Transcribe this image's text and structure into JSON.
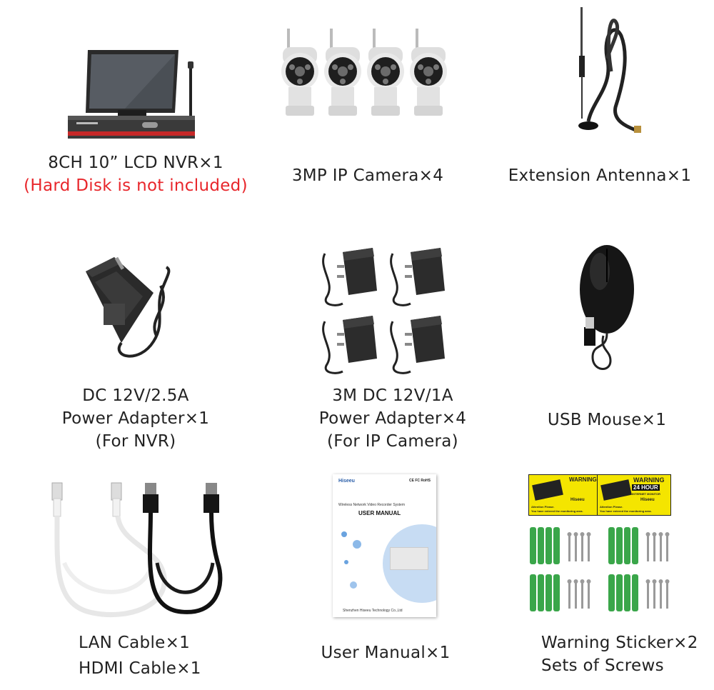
{
  "items": [
    {
      "lines": [
        "8CH 10” LCD NVR×1"
      ],
      "note": "(Hard Disk is not included)",
      "note_color": "#e8262b",
      "icon": "nvr-with-lcd-icon"
    },
    {
      "lines": [
        "3MP IP Camera×4"
      ],
      "icon": "ip-camera-icon"
    },
    {
      "lines": [
        "Extension Antenna×1"
      ],
      "icon": "antenna-icon"
    },
    {
      "lines": [
        "DC 12V/2.5A",
        "Power Adapter×1",
        "(For NVR)"
      ],
      "icon": "power-adapter-icon"
    },
    {
      "lines": [
        "3M DC 12V/1A",
        "Power Adapter×4",
        "(For IP Camera)"
      ],
      "icon": "power-adapter-icon"
    },
    {
      "lines": [
        "USB Mouse×1"
      ],
      "icon": "usb-mouse-icon"
    },
    {
      "lines": [
        "LAN Cable×1",
        "HDMI Cable×1"
      ],
      "icon": "cables-icon"
    },
    {
      "lines": [
        "User Manual×1"
      ],
      "icon": "user-manual-icon"
    },
    {
      "lines": [
        "Warning Sticker×2",
        "Sets of Screws"
      ],
      "icon": "warning-sticker-icon"
    }
  ],
  "manual": {
    "brand": "Hiseeu",
    "marks": "CE FC RoHS",
    "subtitle": "Wireless Network Video Recorder System",
    "title": "USER MANUAL",
    "footer": "Shenzhen Hiseeu Technology Co.,Ltd"
  },
  "sticker": {
    "heading": "WARNING",
    "badge": "24 HOUR",
    "badge_sub": "INTERNET MONITOR",
    "brand": "Hiseeu",
    "text1": "Attention Please.",
    "text2": "You have entered the monitoring area."
  },
  "colors": {
    "accent_red": "#e8262b",
    "sticker_yellow": "#f4e500",
    "anchor_green": "#3aa64a"
  }
}
